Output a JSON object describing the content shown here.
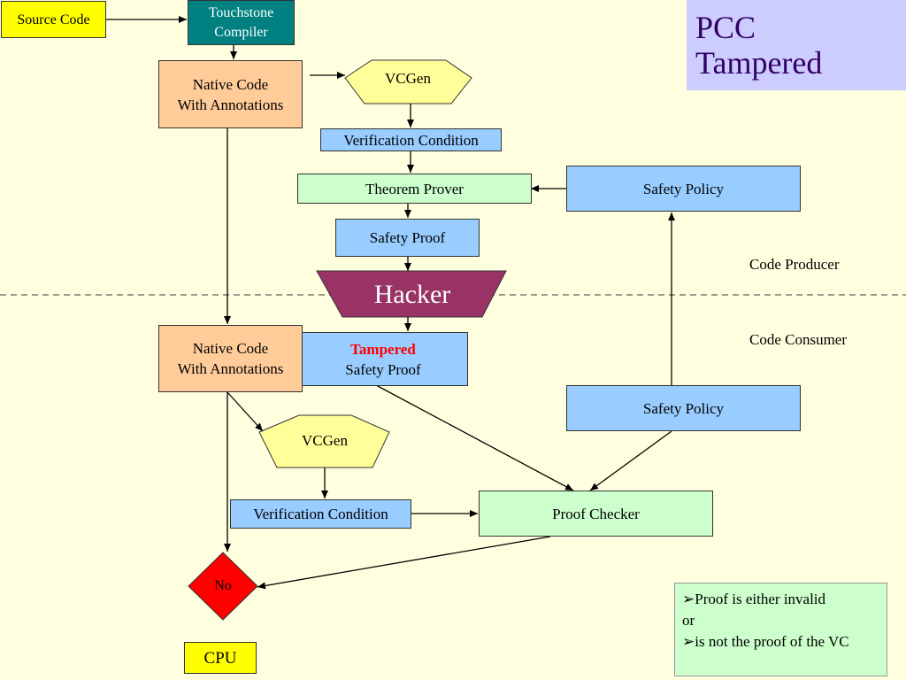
{
  "title": {
    "line1": "PCC",
    "line2": "Tampered"
  },
  "nodes": {
    "source_code": "Source Code",
    "compiler": {
      "line1": "Touchstone",
      "line2": "Compiler"
    },
    "native_code_top": {
      "line1": "Native Code",
      "line2": "With Annotations"
    },
    "vcgen_top": "VCGen",
    "verification_condition_top": "Verification Condition",
    "theorem_prover": "Theorem Prover",
    "safety_policy_top": "Safety Policy",
    "safety_proof": "Safety Proof",
    "hacker": "Hacker",
    "native_code_bottom": {
      "line1": "Native Code",
      "line2": "With Annotations"
    },
    "tampered_proof": {
      "line1": "Tampered",
      "line2": "Safety Proof"
    },
    "safety_policy_bottom": "Safety Policy",
    "vcgen_bottom": "VCGen",
    "verification_condition_bottom": "Verification Condition",
    "proof_checker": "Proof Checker",
    "no": "No",
    "cpu": "CPU"
  },
  "regions": {
    "producer": "Code Producer",
    "consumer": "Code Consumer"
  },
  "note": {
    "line1": "Proof is either invalid",
    "line2": "or",
    "line3": "is not the proof of the VC",
    "bullet": "➢"
  },
  "colors": {
    "background": "#FFFFE0",
    "source_code": "#FFFF00",
    "compiler": "#008080",
    "native_code": "#FFCC99",
    "process_blue": "#99CCFF",
    "process_green": "#CCFFCC",
    "vcgen": "#FFFF99",
    "hacker": "#993366",
    "no": "#FF0000",
    "title_box": "#CCCCFF",
    "title_text": "#330066",
    "tampered_text": "#FF0000"
  }
}
